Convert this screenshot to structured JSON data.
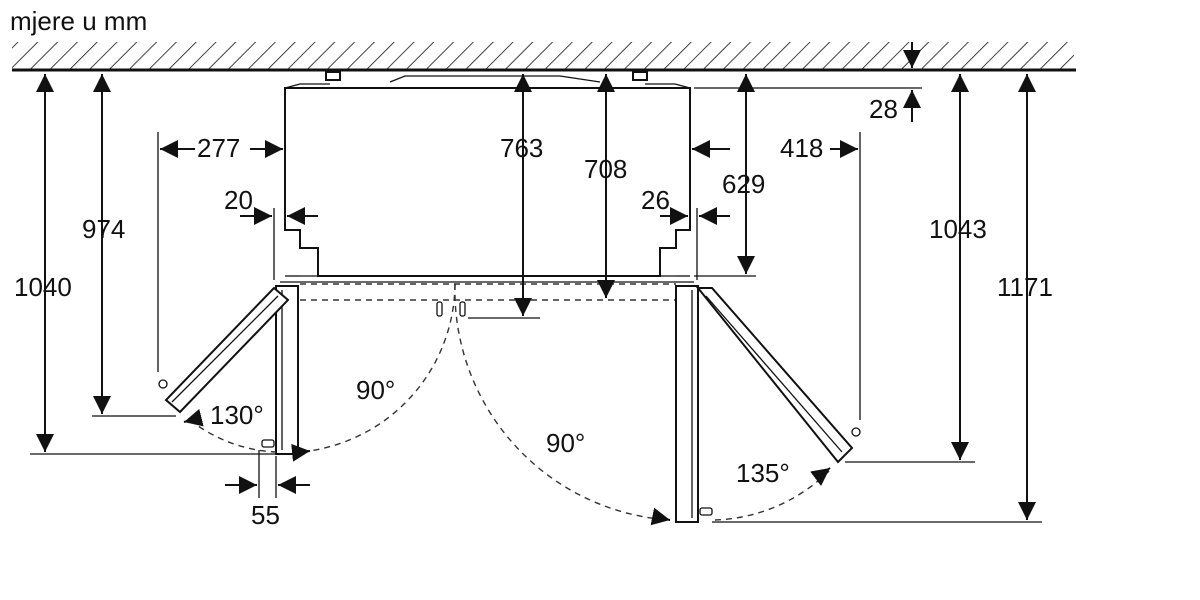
{
  "units_caption": "mjere u mm",
  "dimensions": {
    "side_clearance_left": "277",
    "side_clearance_right": "418",
    "gap_left": "20",
    "gap_right": "26",
    "depth_763": "763",
    "depth_708": "708",
    "depth_629": "629",
    "top_gap_28": "28",
    "depth_974": "974",
    "depth_1040": "1040",
    "depth_1043": "1043",
    "depth_1171": "1171",
    "handle_55": "55"
  },
  "angles": {
    "left_door_open": "130°",
    "left_door_90": "90°",
    "right_door_90": "90°",
    "right_door_open": "135°"
  }
}
